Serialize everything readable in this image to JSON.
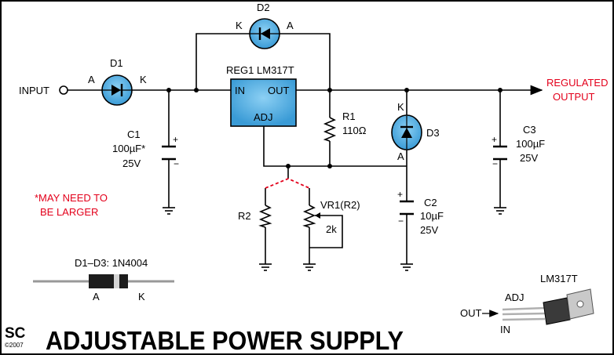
{
  "input_label": "INPUT",
  "output_label_line1": "REGULATED",
  "output_label_line2": "OUTPUT",
  "d1": {
    "name": "D1",
    "anode": "A",
    "cathode": "K"
  },
  "d2": {
    "name": "D2",
    "anode": "A",
    "cathode": "K"
  },
  "d3": {
    "name": "D3",
    "anode": "A",
    "cathode": "K"
  },
  "reg": {
    "title": "REG1 LM317T",
    "in": "IN",
    "out": "OUT",
    "adj": "ADJ"
  },
  "r1": {
    "name": "R1",
    "value": "110Ω"
  },
  "r2": {
    "name": "R2"
  },
  "vr1": {
    "name": "VR1(R2)",
    "value": "2k"
  },
  "c1": {
    "name": "C1",
    "value": "100µF*",
    "voltage": "25V"
  },
  "c2": {
    "name": "C2",
    "value": "10µF",
    "voltage": "25V"
  },
  "c3": {
    "name": "C3",
    "value": "100µF",
    "voltage": "25V"
  },
  "note": {
    "line1": "*MAY NEED TO",
    "line2": "BE LARGER"
  },
  "diode_part": {
    "label": "D1–D3: 1N4004",
    "anode": "A",
    "cathode": "K"
  },
  "pinout": {
    "title": "LM317T",
    "adj": "ADJ",
    "out": "OUT",
    "in": "IN"
  },
  "footer": {
    "logo": "SC",
    "copyright": "©2007",
    "title": "ADJUSTABLE POWER SUPPLY"
  },
  "colors": {
    "component_fill": "#4aa8de",
    "note_red": "#e3001b",
    "wire": "#000000"
  }
}
